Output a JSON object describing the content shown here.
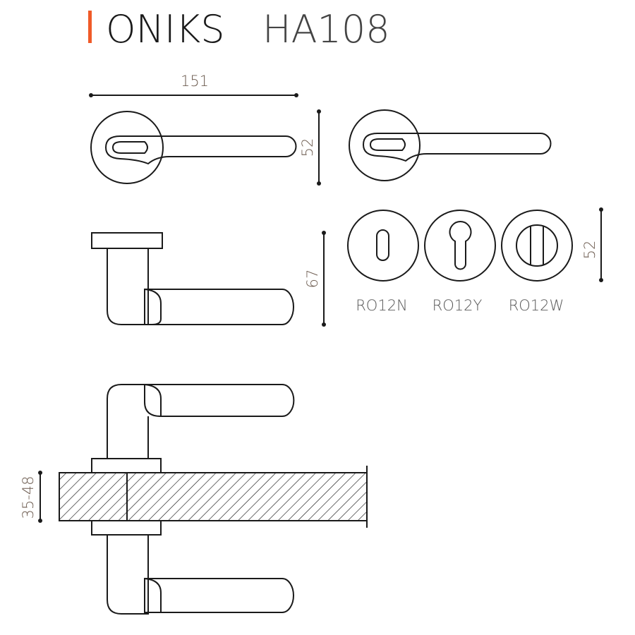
{
  "title": {
    "brand": "ONIKS",
    "model": "HA108",
    "accent_color": "#f05a28"
  },
  "dimensions": {
    "length": "151",
    "rose_diameter": "52",
    "height": "67",
    "escutcheon_diameter": "52",
    "door_thickness": "35-48"
  },
  "escutcheons": [
    {
      "code": "RO12N",
      "type": "key"
    },
    {
      "code": "RO12Y",
      "type": "cylinder"
    },
    {
      "code": "RO12W",
      "type": "wc"
    }
  ]
}
